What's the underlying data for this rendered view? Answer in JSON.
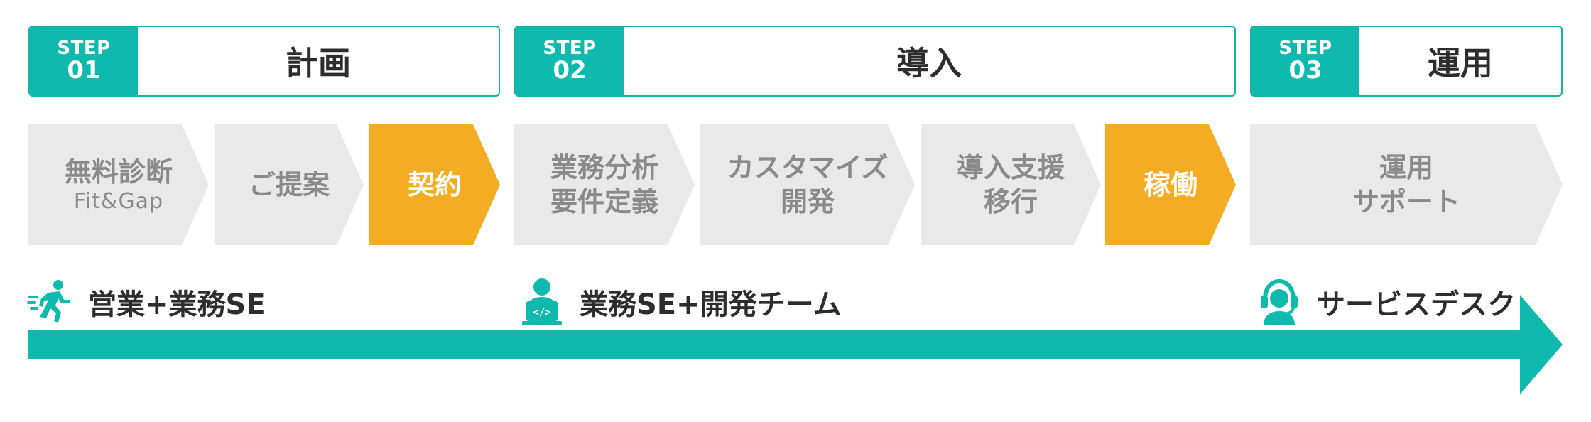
{
  "phases": [
    {
      "step_word": "STEP",
      "step_num": "01",
      "title": "計画"
    },
    {
      "step_word": "STEP",
      "step_num": "02",
      "title": "導入"
    },
    {
      "step_word": "STEP",
      "step_num": "03",
      "title": "運用"
    }
  ],
  "steps": [
    {
      "line1": "無料診断",
      "sub": "Fit&Gap",
      "highlight": false
    },
    {
      "line1": "ご提案",
      "highlight": false
    },
    {
      "line1": "契約",
      "highlight": true
    },
    {
      "line1": "業務分析",
      "line2": "要件定義",
      "highlight": false
    },
    {
      "line1": "カスタマイズ",
      "line2": "開発",
      "highlight": false
    },
    {
      "line1": "導入支援",
      "line2": "移行",
      "highlight": false
    },
    {
      "line1": "稼働",
      "highlight": true
    },
    {
      "line1": "運用",
      "line2": "サポート",
      "highlight": false
    }
  ],
  "teams": [
    {
      "label": "営業+業務SE",
      "icon": "running-person-icon"
    },
    {
      "label": "業務SE+開発チーム",
      "icon": "developer-laptop-icon"
    },
    {
      "label": "サービスデスク",
      "icon": "headset-support-icon"
    }
  ],
  "colors": {
    "teal": "#0fb9ad",
    "orange": "#f4ad22",
    "gray_step": "#e9e9e9",
    "gray_text": "#8a8a8a",
    "dark_text": "#2d2d2d"
  }
}
